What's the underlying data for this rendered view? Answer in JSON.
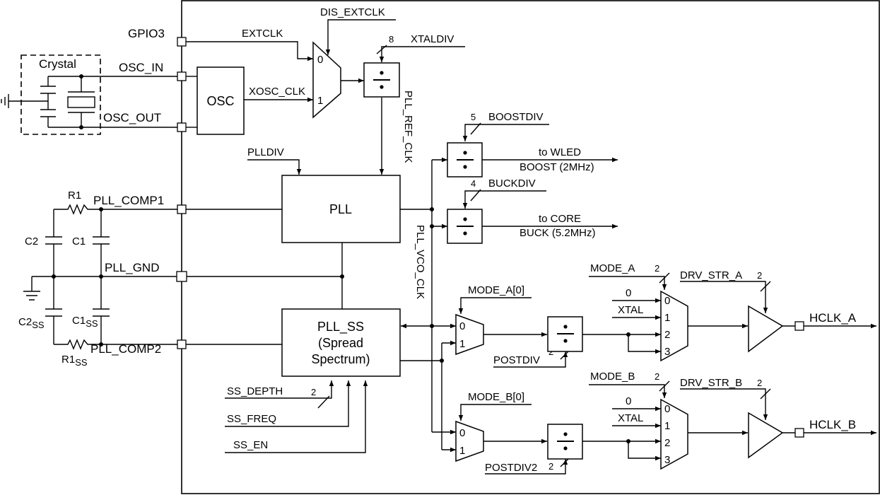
{
  "pins": {
    "gpio3": "GPIO3",
    "osc_in": "OSC_IN",
    "osc_out": "OSC_OUT",
    "pll_comp1": "PLL_COMP1",
    "pll_gnd": "PLL_GND",
    "pll_comp2": "PLL_COMP2",
    "hclk_a": "HCLK_A",
    "hclk_b": "HCLK_B"
  },
  "blocks": {
    "osc": "OSC",
    "pll": "PLL",
    "pll_ss": [
      "PLL_SS",
      "(Spread",
      "Spectrum)"
    ]
  },
  "external": {
    "crystal": "Crystal",
    "r1": "R1",
    "c1": "C1",
    "c2": "C2",
    "c2ss": "C2",
    "c1ss": "C1",
    "r1ss": "R1",
    "ss_sub": "SS"
  },
  "signals": {
    "extclk": "EXTCLK",
    "xosc_clk": "XOSC_CLK",
    "dis_extclk": "DIS_EXTCLK",
    "xtaldiv": "XTALDIV",
    "xtaldiv_width": "8",
    "pll_ref_clk": "PLL_REF_CLK",
    "plldiv": "PLLDIV",
    "boostdiv": "BOOSTDIV",
    "boostdiv_width": "5",
    "buckdiv": "BUCKDIV",
    "buckdiv_width": "4",
    "to_wled_1": "to WLED",
    "to_wled_2": "BOOST (2MHz)",
    "to_core_1": "to CORE",
    "to_core_2": "BUCK (5.2MHz)",
    "pll_vco_clk": "PLL_VCO_CLK",
    "mode_a0": "MODE_A[0]",
    "mode_b0": "MODE_B[0]",
    "postdiv": "POSTDIV",
    "postdiv_width": "2",
    "postdiv2": "POSTDIV2",
    "postdiv2_width": "2",
    "mode_a": "MODE_A",
    "mode_a_width": "2",
    "mode_b": "MODE_B",
    "mode_b_width": "2",
    "drv_str_a": "DRV_STR_A",
    "drv_str_a_width": "2",
    "drv_str_b": "DRV_STR_B",
    "drv_str_b_width": "2",
    "zero": "0",
    "xtal": "XTAL",
    "ss_depth": "SS_DEPTH",
    "ss_depth_width": "2",
    "ss_freq": "SS_FREQ",
    "ss_en": "SS_EN"
  },
  "mux_inputs": {
    "two": [
      "0",
      "1"
    ],
    "four": [
      "0",
      "1",
      "2",
      "3"
    ]
  }
}
